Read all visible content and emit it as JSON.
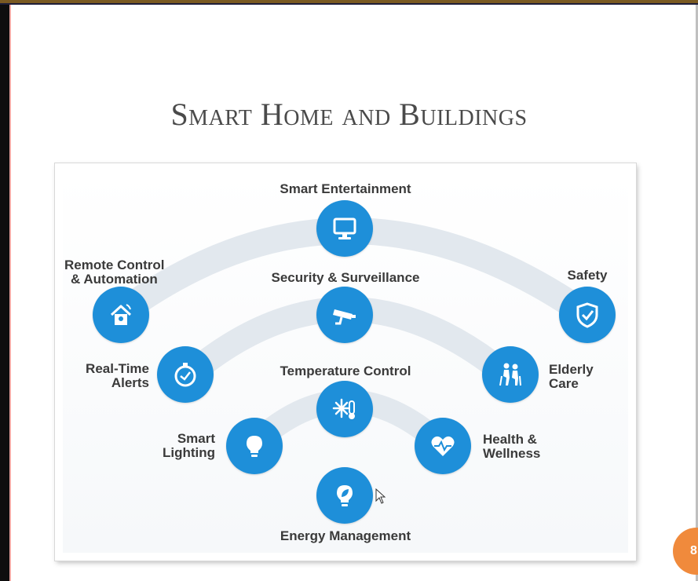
{
  "slide": {
    "title": "Smart Home and Buildings",
    "page_number": "8",
    "accent_color": "#1e8fd9",
    "arc_color": "#e2e8ee",
    "page_badge_color": "#f08a3c"
  },
  "features": {
    "smart_entertainment": {
      "label": "Smart Entertainment",
      "icon": "monitor-icon"
    },
    "remote_control": {
      "label_line1": "Remote Control",
      "label_line2": "& Automation",
      "icon": "remote-home-icon"
    },
    "security": {
      "label": "Security & Surveillance",
      "icon": "cctv-camera-icon"
    },
    "safety": {
      "label": "Safety",
      "icon": "shield-check-icon"
    },
    "real_time_alerts": {
      "label_line1": "Real-Time",
      "label_line2": "Alerts",
      "icon": "stopwatch-icon"
    },
    "temperature_control": {
      "label": "Temperature Control",
      "icon": "thermometer-snowflake-icon"
    },
    "elderly_care": {
      "label_line1": "Elderly",
      "label_line2": "Care",
      "icon": "elderly-couple-icon"
    },
    "smart_lighting": {
      "label_line1": "Smart",
      "label_line2": "Lighting",
      "icon": "lightbulb-icon"
    },
    "health_wellness": {
      "label_line1": "Health &",
      "label_line2": "Wellness",
      "icon": "heart-pulse-icon"
    },
    "energy_management": {
      "label": "Energy Management",
      "icon": "leaf-bulb-icon"
    }
  }
}
